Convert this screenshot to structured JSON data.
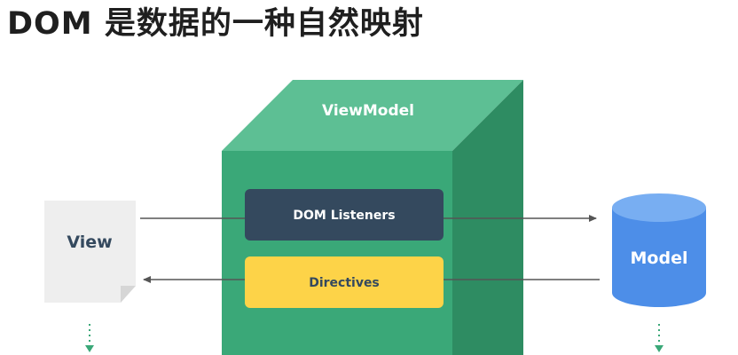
{
  "title": "DOM 是数据的一种自然映射",
  "viewmodel": {
    "label": "ViewModel"
  },
  "dom_listeners": {
    "label": "DOM Listeners"
  },
  "directives": {
    "label": "Directives"
  },
  "view": {
    "label": "View"
  },
  "model": {
    "label": "Model"
  },
  "colors": {
    "cube_front": "#3aa878",
    "cube_top": "#5dbf94",
    "cube_side": "#2e8c62",
    "dom_listeners": "#34495e",
    "directives": "#fdd348",
    "model": "#4d8ee8",
    "view": "#eeeeee"
  }
}
